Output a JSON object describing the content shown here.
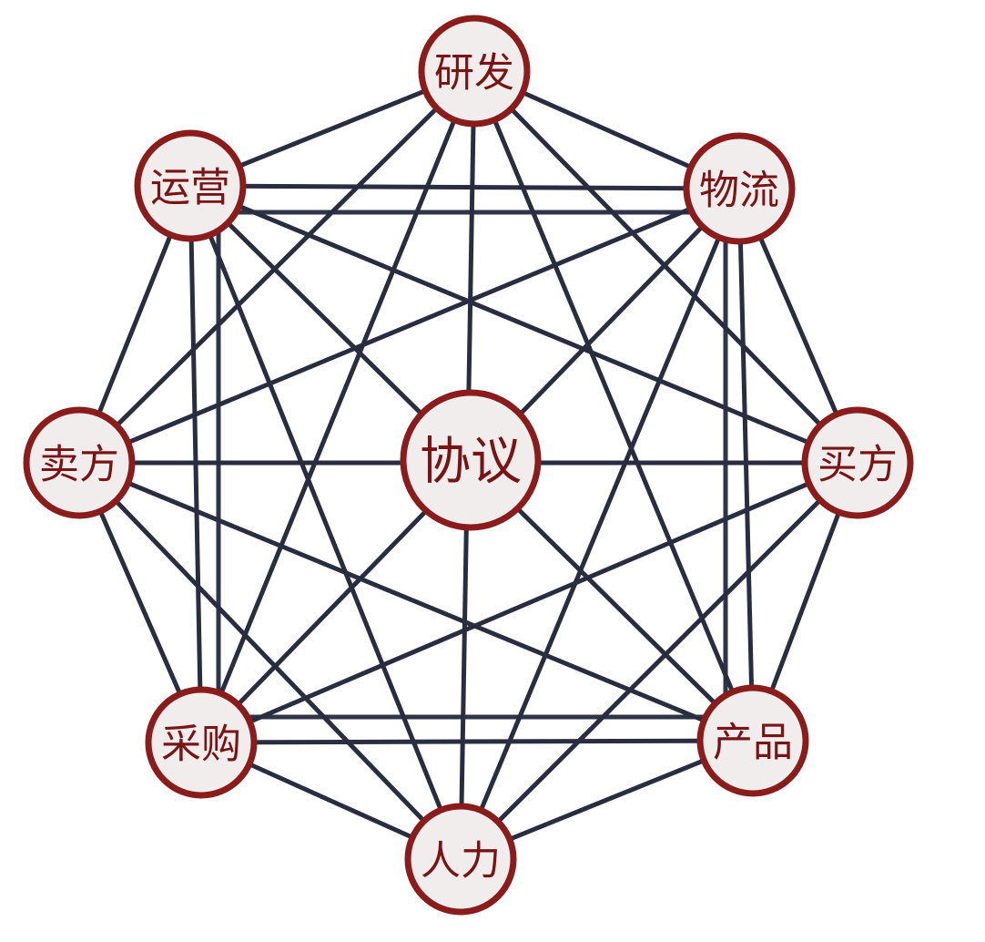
{
  "diagram": {
    "center": {
      "id": "center",
      "label": "协议"
    },
    "nodes": [
      {
        "id": "yanfa",
        "label": "研发"
      },
      {
        "id": "wuliu",
        "label": "物流"
      },
      {
        "id": "maifang_buy",
        "label": "买方"
      },
      {
        "id": "chanpin",
        "label": "产品"
      },
      {
        "id": "renli",
        "label": "人力"
      },
      {
        "id": "caigou",
        "label": "采购"
      },
      {
        "id": "maifang_sell",
        "label": "卖方"
      },
      {
        "id": "yunying",
        "label": "运营"
      }
    ],
    "colors": {
      "node_border": "#8a1c1c",
      "node_fill": "#f2eded",
      "label": "#7a1414",
      "edge": "#2a2d3f"
    }
  }
}
